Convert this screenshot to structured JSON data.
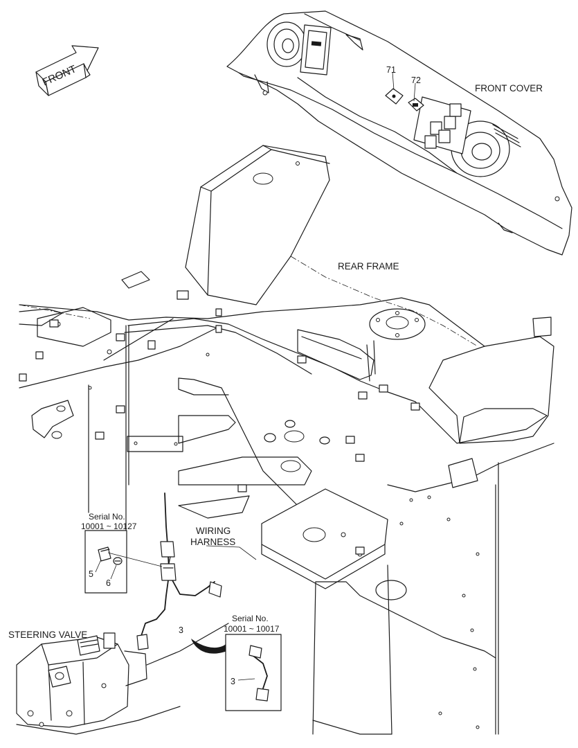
{
  "labels": {
    "front_arrow": "FRONT",
    "front_cover": "FRONT COVER",
    "rear_frame": "REAR FRAME",
    "wiring_harness_line1": "WIRING",
    "wiring_harness_line2": "HARNESS",
    "steering_valve": "STEERING VALVE"
  },
  "callouts": {
    "part_71": "71",
    "part_72": "72",
    "part_3_main": "3",
    "part_3_detail": "3",
    "part_5": "5",
    "part_6": "6"
  },
  "detail_boxes": {
    "serial_range_a": {
      "title": "Serial No.",
      "range": "10001 ~ 10127"
    },
    "serial_range_b": {
      "title": "Serial No.",
      "range": "10001 ~ 10017"
    }
  },
  "colors": {
    "line": "#1a1a1a",
    "background": "#ffffff",
    "shade": "#d8d8d8"
  }
}
